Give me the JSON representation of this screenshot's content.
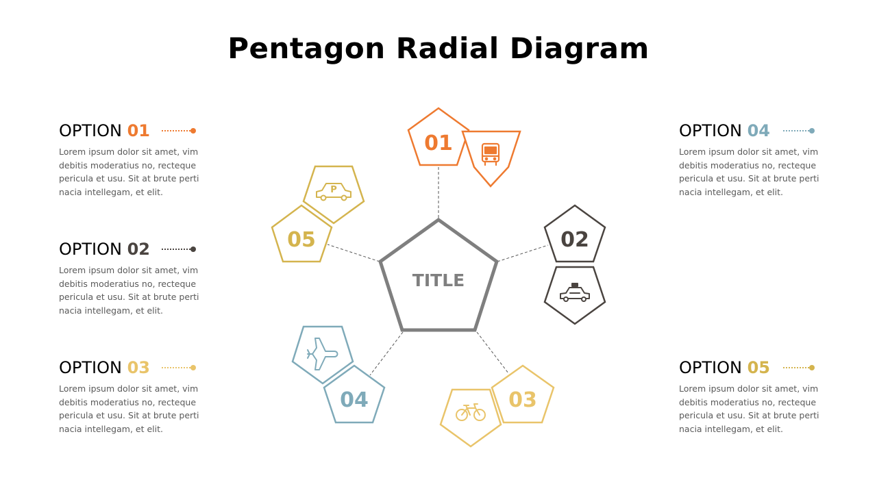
{
  "title": "Pentagon Radial Diagram",
  "center": {
    "label": "TITLE"
  },
  "colors": {
    "orange": "#EE7A30",
    "dark": "#4A4440",
    "gold": "#E9C46A",
    "blue": "#7FAAB9",
    "olive": "#D4B44E",
    "gray": "#7F7F7F"
  },
  "options": [
    {
      "word": "OPTION",
      "num": "01",
      "color": "#EE7A30",
      "text": "Lorem ipsum dolor sit amet, vim debitis moderatius no, recteque pericula et usu. Sit at brute pertinacia intellegam, et elit."
    },
    {
      "word": "OPTION",
      "num": "02",
      "color": "#4A4440",
      "text": "Lorem ipsum dolor sit amet, vim debitis moderatius no, recteque pericula et usu. Sit at brute pertinacia intellegam, et elit."
    },
    {
      "word": "OPTION",
      "num": "03",
      "color": "#E9C46A",
      "text": "Lorem ipsum dolor sit amet, vim debitis moderatius no, recteque pericula et usu. Sit at brute pertinacia intellegam, et elit."
    },
    {
      "word": "OPTION",
      "num": "04",
      "color": "#7FAAB9",
      "text": "Lorem ipsum dolor sit amet, vim debitis moderatius no, recteque pericula et usu. Sit at brute pertinacia intellegam, et elit."
    },
    {
      "word": "OPTION",
      "num": "05",
      "color": "#D4B44E",
      "text": "Lorem ipsum dolor sit amet, vim debitis moderatius no, recteque pericula et usu. Sit at brute pertinacia intellegam, et elit."
    }
  ],
  "nodes": [
    {
      "num": "01",
      "color": "#EE7A30",
      "icon": "bus-icon"
    },
    {
      "num": "02",
      "color": "#4A4440",
      "icon": "taxi-icon"
    },
    {
      "num": "03",
      "color": "#E9C46A",
      "icon": "bicycle-icon"
    },
    {
      "num": "04",
      "color": "#7FAAB9",
      "icon": "airplane-icon"
    },
    {
      "num": "05",
      "color": "#D4B44E",
      "icon": "parking-car-icon"
    }
  ]
}
